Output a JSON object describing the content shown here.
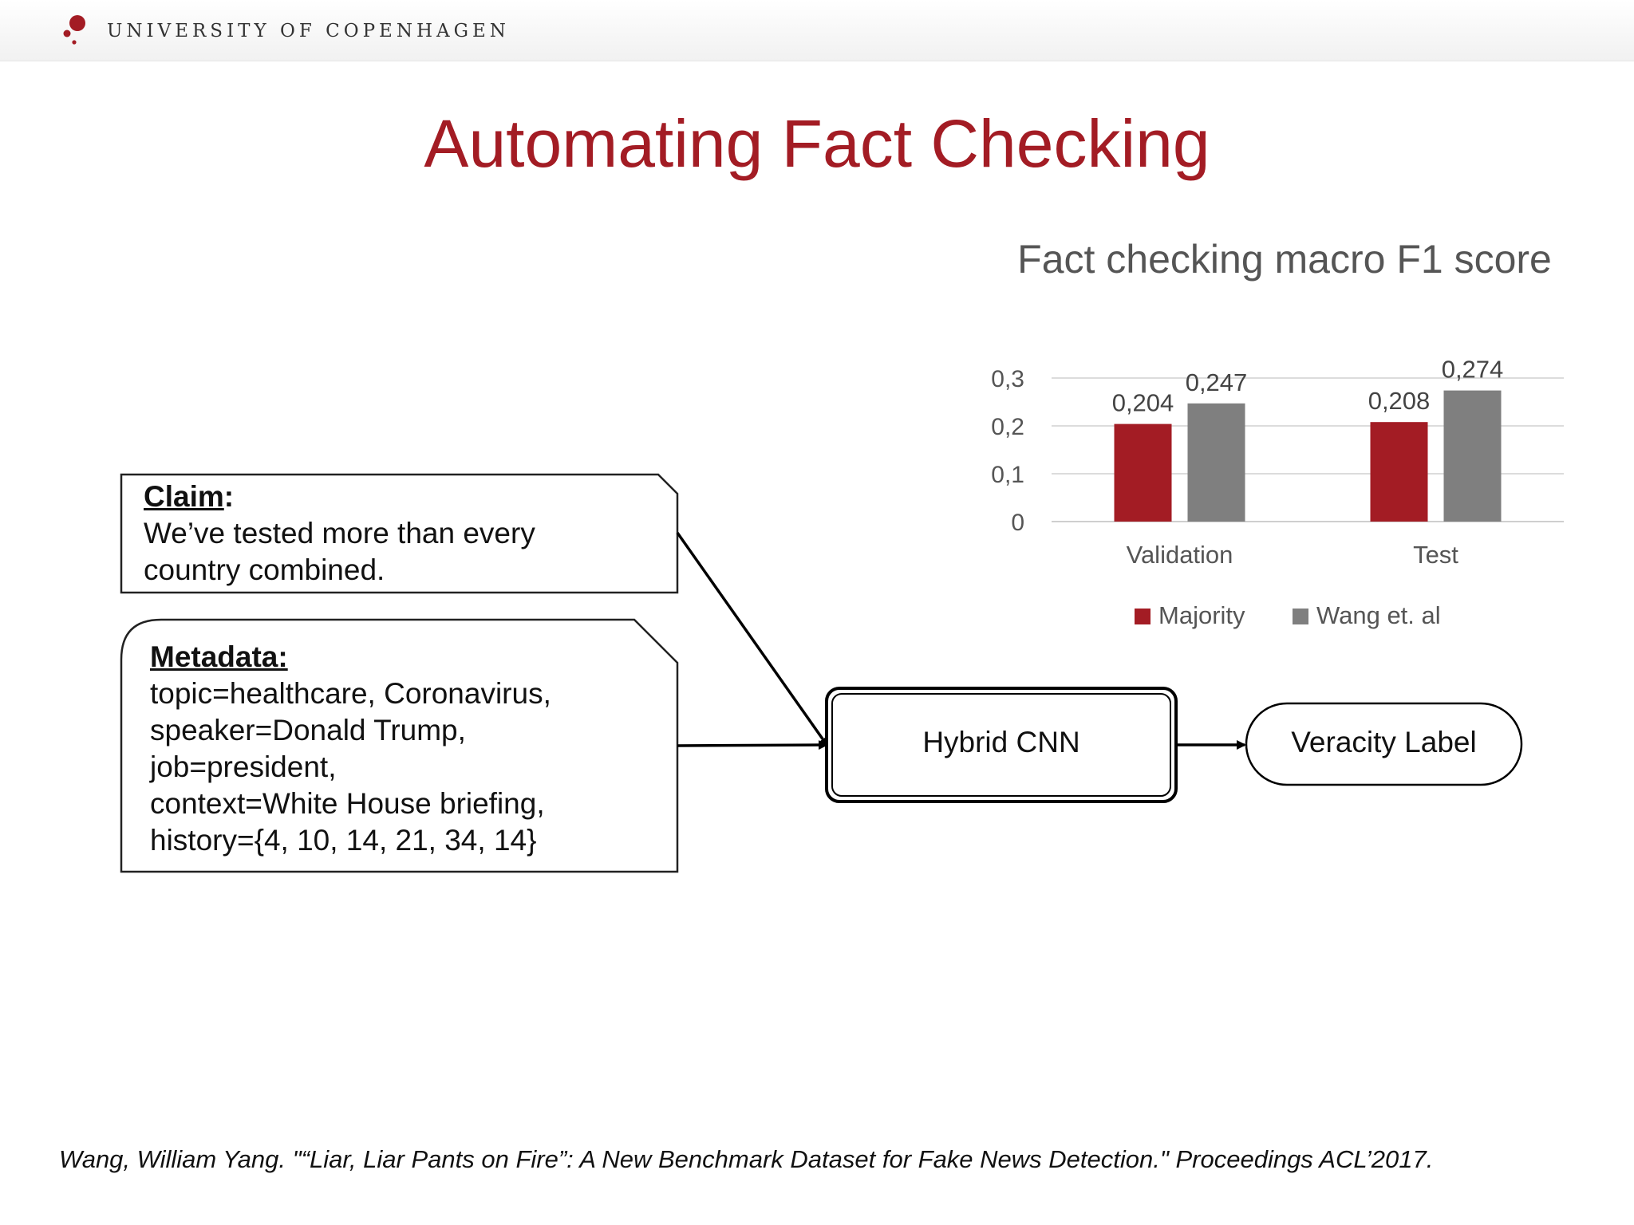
{
  "header": {
    "university": "UNIVERSITY OF COPENHAGEN"
  },
  "slide": {
    "title": "Automating Fact Checking",
    "claim": {
      "heading": "Claim",
      "text_lines": [
        "We’ve tested more than every",
        "country combined."
      ]
    },
    "metadata": {
      "heading": "Metadata:",
      "lines": [
        "topic=healthcare, Coronavirus,",
        "speaker=Donald Trump,",
        "job=president,",
        "context=White House briefing,",
        "history={4, 10, 14, 21, 34, 14}"
      ]
    },
    "model_node": "Hybrid CNN",
    "output_node": "Veracity Label",
    "citation": "Wang, William Yang. \"“Liar, Liar Pants on Fire”: A New Benchmark Dataset for Fake News Detection.\" Proceedings ACL’2017."
  },
  "chart_data": {
    "type": "bar",
    "title": "Fact checking macro F1 score",
    "categories": [
      "Validation",
      "Test"
    ],
    "series": [
      {
        "name": "Majority",
        "values": [
          0.204,
          0.208
        ],
        "labels": [
          "0,204",
          "0,208"
        ],
        "color": "#a31c24"
      },
      {
        "name": "Wang et. al",
        "values": [
          0.247,
          0.274
        ],
        "labels": [
          "0,247",
          "0,274"
        ],
        "color": "#7f7f7f"
      }
    ],
    "yticks": [
      0,
      0.1,
      0.2,
      0.3
    ],
    "ytick_labels": [
      "0",
      "0,1",
      "0,2",
      "0,3"
    ],
    "ylim": [
      0,
      0.3
    ],
    "grid": true,
    "legend": "bottom"
  }
}
